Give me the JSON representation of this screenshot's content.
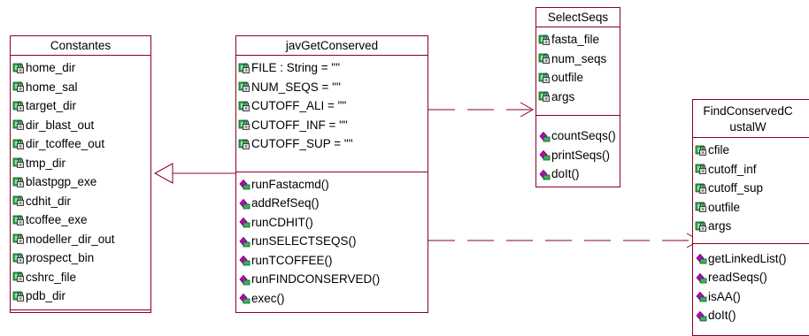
{
  "classes": {
    "constantes": {
      "name": "Constantes",
      "attributes": [
        "home_dir",
        "home_sal",
        "target_dir",
        "dir_blast_out",
        "dir_tcoffee_out",
        "tmp_dir",
        "blastpgp_exe",
        "cdhit_dir",
        "tcoffee_exe",
        "modeller_dir_out",
        "prospect_bin",
        "cshrc_file",
        "pdb_dir"
      ],
      "operations": []
    },
    "javgetconserved": {
      "name": "javGetConserved",
      "attributes": [
        "FILE : String = \"\"",
        "NUM_SEQS = \"\"",
        "CUTOFF_ALI = \"\"",
        "CUTOFF_INF = \"\"",
        "CUTOFF_SUP = \"\""
      ],
      "operations": [
        "runFastacmd()",
        "addRefSeq()",
        "runCDHIT()",
        "runSELECTSEQS()",
        "runTCOFFEE()",
        "runFINDCONSERVED()",
        "exec()"
      ]
    },
    "selectseqs": {
      "name": "SelectSeqs",
      "attributes": [
        "fasta_file",
        "num_seqs",
        "outfile",
        "args"
      ],
      "operations": [
        "countSeqs()",
        "printSeqs()",
        "doIt()"
      ]
    },
    "findconserved": {
      "name": "FindConservedC ustalW",
      "attributes": [
        "cfile",
        "cutoff_inf",
        "cutoff_sup",
        "outfile",
        "args"
      ],
      "operations": [
        "getLinkedList()",
        "readSeqs()",
        "isAA()",
        "doIt()"
      ]
    }
  },
  "colors": {
    "border": "#8b0026",
    "attr_icon": "#2fa84f",
    "op_icon": "#c000c0",
    "line": "#8b0026"
  }
}
